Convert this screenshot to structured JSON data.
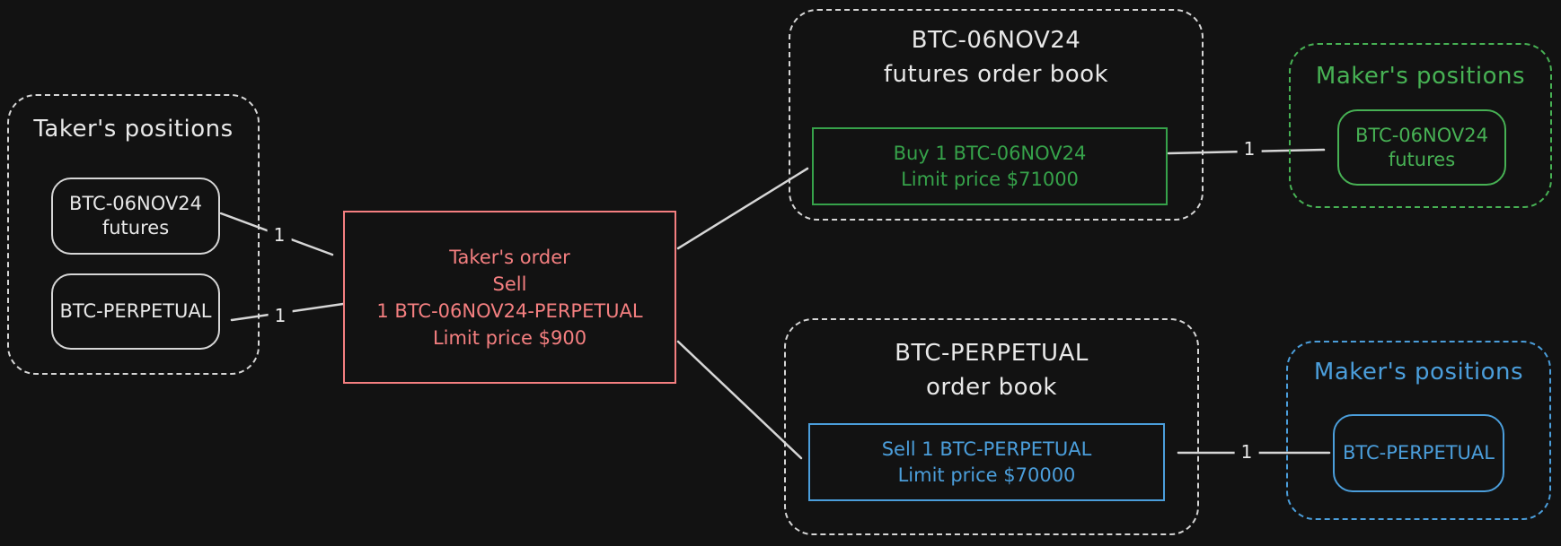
{
  "colors": {
    "background": "#121212",
    "white_stroke": "#d6d6d6",
    "white_text": "#e8e8e8",
    "red": "#f47f80",
    "green": "#36a24a",
    "green_bright": "#47b154",
    "blue": "#4b9edb"
  },
  "taker_positions": {
    "title": "Taker's positions",
    "futures_box": {
      "line1": "BTC-06NOV24",
      "line2": "futures"
    },
    "perpetual_box": {
      "line1": "BTC-PERPETUAL"
    }
  },
  "taker_order": {
    "line1": "Taker's order",
    "line2": "Sell",
    "line3": "1 BTC-06NOV24-PERPETUAL",
    "line4": "Limit price $900"
  },
  "futures_order_book": {
    "title_line1": "BTC-06NOV24",
    "title_line2": "futures order book",
    "buy_order": {
      "line1": "Buy 1 BTC-06NOV24",
      "line2": "Limit price $71000"
    }
  },
  "maker_positions_futures": {
    "title": "Maker's positions",
    "futures_box": {
      "line1": "BTC-06NOV24",
      "line2": "futures"
    }
  },
  "perpetual_order_book": {
    "title_line1": "BTC-PERPETUAL",
    "title_line2": "order book",
    "sell_order": {
      "line1": "Sell 1 BTC-PERPETUAL",
      "line2": "Limit price $70000"
    }
  },
  "maker_positions_perpetual": {
    "title": "Maker's positions",
    "perpetual_box": {
      "line1": "BTC-PERPETUAL"
    }
  },
  "arrow_labels": {
    "futures_to_order": "1",
    "order_to_perpetual": "1",
    "buy_to_maker": "1",
    "maker_to_sell": "1"
  }
}
